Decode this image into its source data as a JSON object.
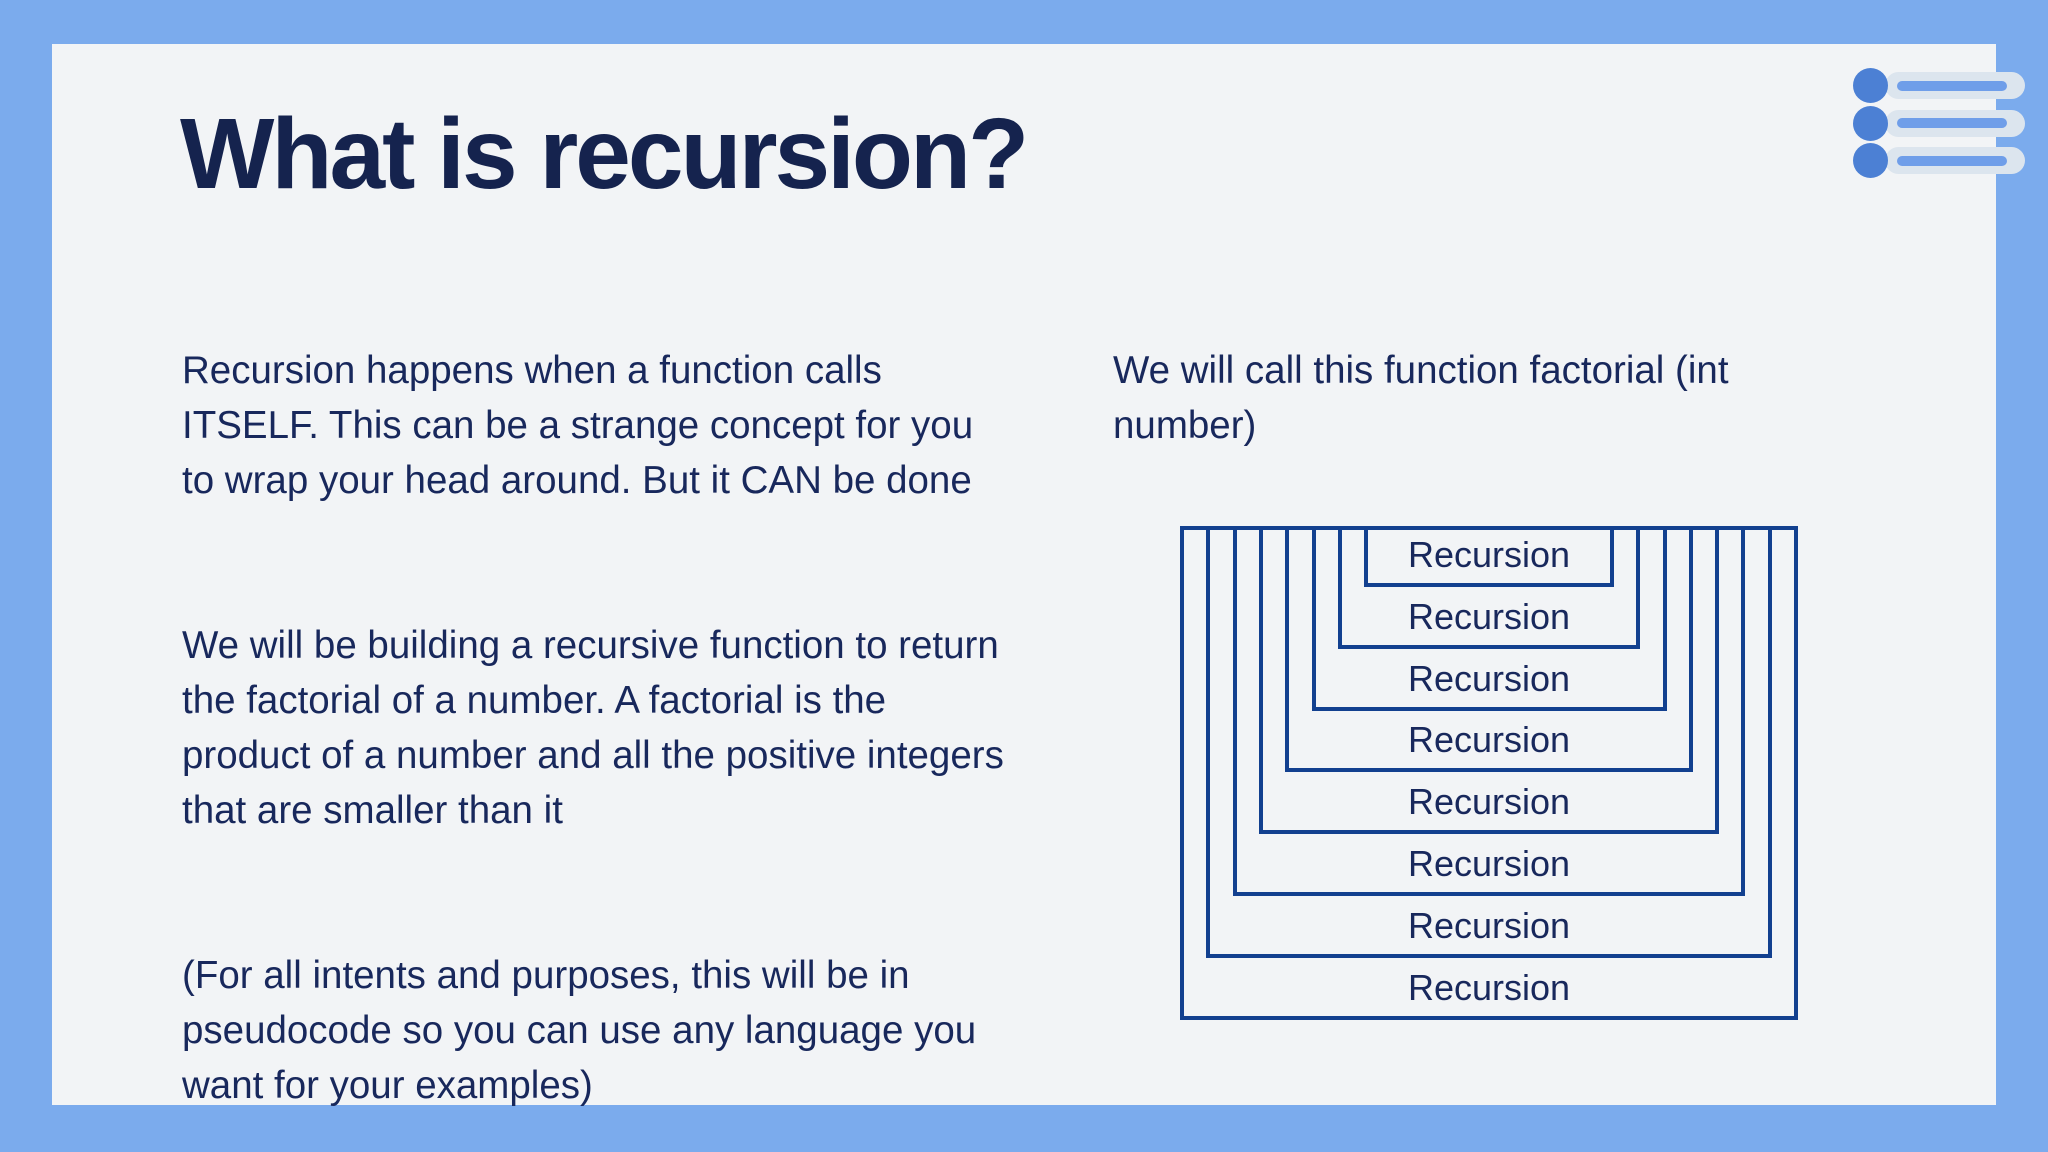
{
  "slide": {
    "title": "What is recursion?",
    "left_column": {
      "paragraph_1": "Recursion happens when a function calls\nITSELF. This can be a strange concept for you\nto wrap your head around. But it CAN be done",
      "paragraph_2": "We will be building a recursive function to return\nthe factorial of a number. A factorial is the\nproduct of a number and all the positive integers\nthat are smaller than it",
      "paragraph_3": "(For all intents and purposes, this will be in\npseudocode so you can use any language you\nwant for your examples)"
    },
    "right_column": {
      "paragraph_1": "We will call this function factorial (int\nnumber)"
    },
    "diagram": {
      "type": "nested-boxes",
      "levels": [
        "Recursion",
        "Recursion",
        "Recursion",
        "Recursion",
        "Recursion",
        "Recursion",
        "Recursion",
        "Recursion"
      ]
    },
    "icon": {
      "name": "bulleted-list-icon",
      "rows": 3
    },
    "colors": {
      "frame_blue": "#7babed",
      "panel_bg": "#f2f4f6",
      "text_navy": "#18285c",
      "title_navy": "#15234e",
      "diagram_border": "#12408f",
      "icon_dot_blue": "#4c80d4",
      "icon_bar_blue": "#6f9ee9",
      "icon_pill_gray": "#dce5ee"
    }
  }
}
